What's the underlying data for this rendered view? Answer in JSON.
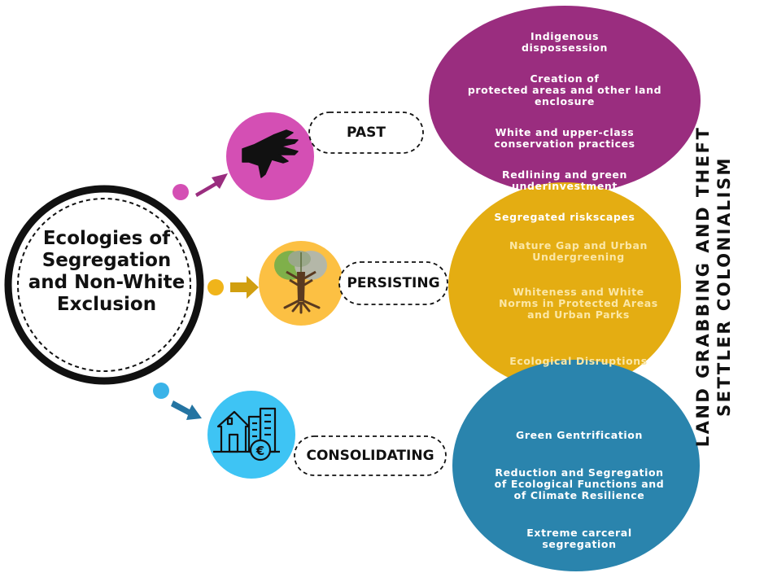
{
  "main_node": {
    "title": "Ecologies of\nSegregation\nand Non-White\nExclusion"
  },
  "periods": [
    {
      "label": "PAST",
      "icon": "hand-icon",
      "color": "#d44fb4",
      "oval_color": "#9a2d7f",
      "items": [
        "Indigenous\ndispossession",
        "Creation of\nprotected areas and other land\nenclosure",
        "White and upper-class\nconservation practices",
        "Redlining and green\nunderinvestment",
        "Segregated riskscapes"
      ]
    },
    {
      "label": "PERSISTING",
      "icon": "tree-brain-icon",
      "color": "#e6aa14",
      "oval_color": "#e4ad12",
      "items": [
        "Nature Gap and  Urban\nUndergreening",
        "Whiteness and White\nNorms in Protected Areas\nand Urban Parks",
        "Ecological Disruptions"
      ]
    },
    {
      "label": "CONSOLIDATING",
      "icon": "buildings-euro-icon",
      "color": "#2f9fd8",
      "oval_color": "#2a84ad",
      "items": [
        "Green Gentrification",
        "Reduction and Segregation\nof Ecological Functions and\nof Climate Resilience",
        "Extreme carceral\nsegregation"
      ]
    }
  ],
  "side_title": {
    "line1": "LAND GRABBING AND THEFT",
    "line2": "SETTLER COLONIALISM"
  }
}
